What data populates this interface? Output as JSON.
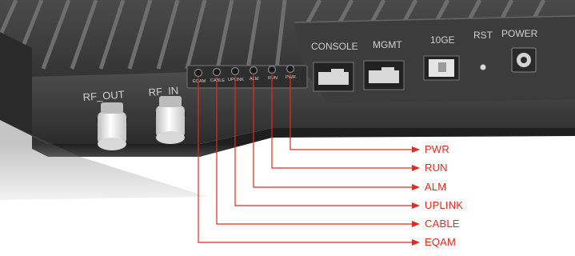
{
  "device": {
    "front_labels": {
      "rf_out": "RF_OUT",
      "rf_in": "RF_IN",
      "console": "CONSOLE",
      "mgmt": "MGMT",
      "ten_ge": "10GE",
      "rst": "RST",
      "power": "POWER"
    },
    "led_labels": [
      "EQAM",
      "CABLE",
      "UPLINK",
      "ALM",
      "RUN",
      "PWR"
    ]
  },
  "callouts": [
    {
      "label": "PWR"
    },
    {
      "label": "RUN"
    },
    {
      "label": "ALM"
    },
    {
      "label": "UPLINK"
    },
    {
      "label": "CABLE"
    },
    {
      "label": "EQAM"
    }
  ],
  "colors": {
    "callout": "#e8281e",
    "chassis_dark": "#3a3a3a",
    "chassis_mid": "#5a5a5a",
    "connector": "#e8e8e8"
  }
}
